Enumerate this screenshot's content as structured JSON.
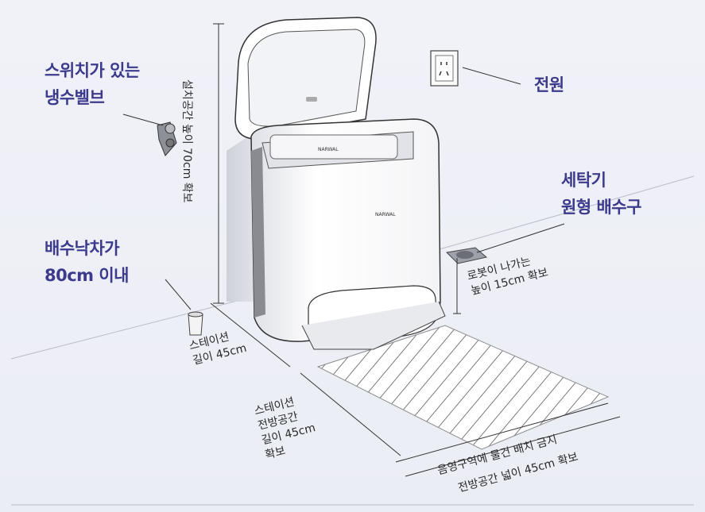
{
  "labels": {
    "valve_line1": "스위치가 있는",
    "valve_line2": "냉수벨브",
    "power": "전원",
    "washer_drain_line1": "세탁기",
    "washer_drain_line2": "원형 배수구",
    "drain_drop_line1": "배수낙차가",
    "drain_drop_line2": "80cm 이내"
  },
  "dimensions": {
    "height_clearance": "설치공간 높이 70cm 확보",
    "robot_exit_line1": "로봇이 나가는",
    "robot_exit_line2": "높이 15cm 확보",
    "station_length_line1": "스테이션",
    "station_length_line2": "길이 45cm",
    "front_space_line1": "스테이션",
    "front_space_line2": "전방공간",
    "front_space_line3": "길이 45cm",
    "front_space_line4": "확보",
    "no_objects": "음영구역에 물건 배치 금지",
    "front_width": "전방공간 넓이 45cm 확보"
  },
  "brand": {
    "logo": "NARWAL"
  },
  "colors": {
    "label": "#3b3a8c",
    "text": "#2a2a2a",
    "background": "#eef0f7"
  }
}
